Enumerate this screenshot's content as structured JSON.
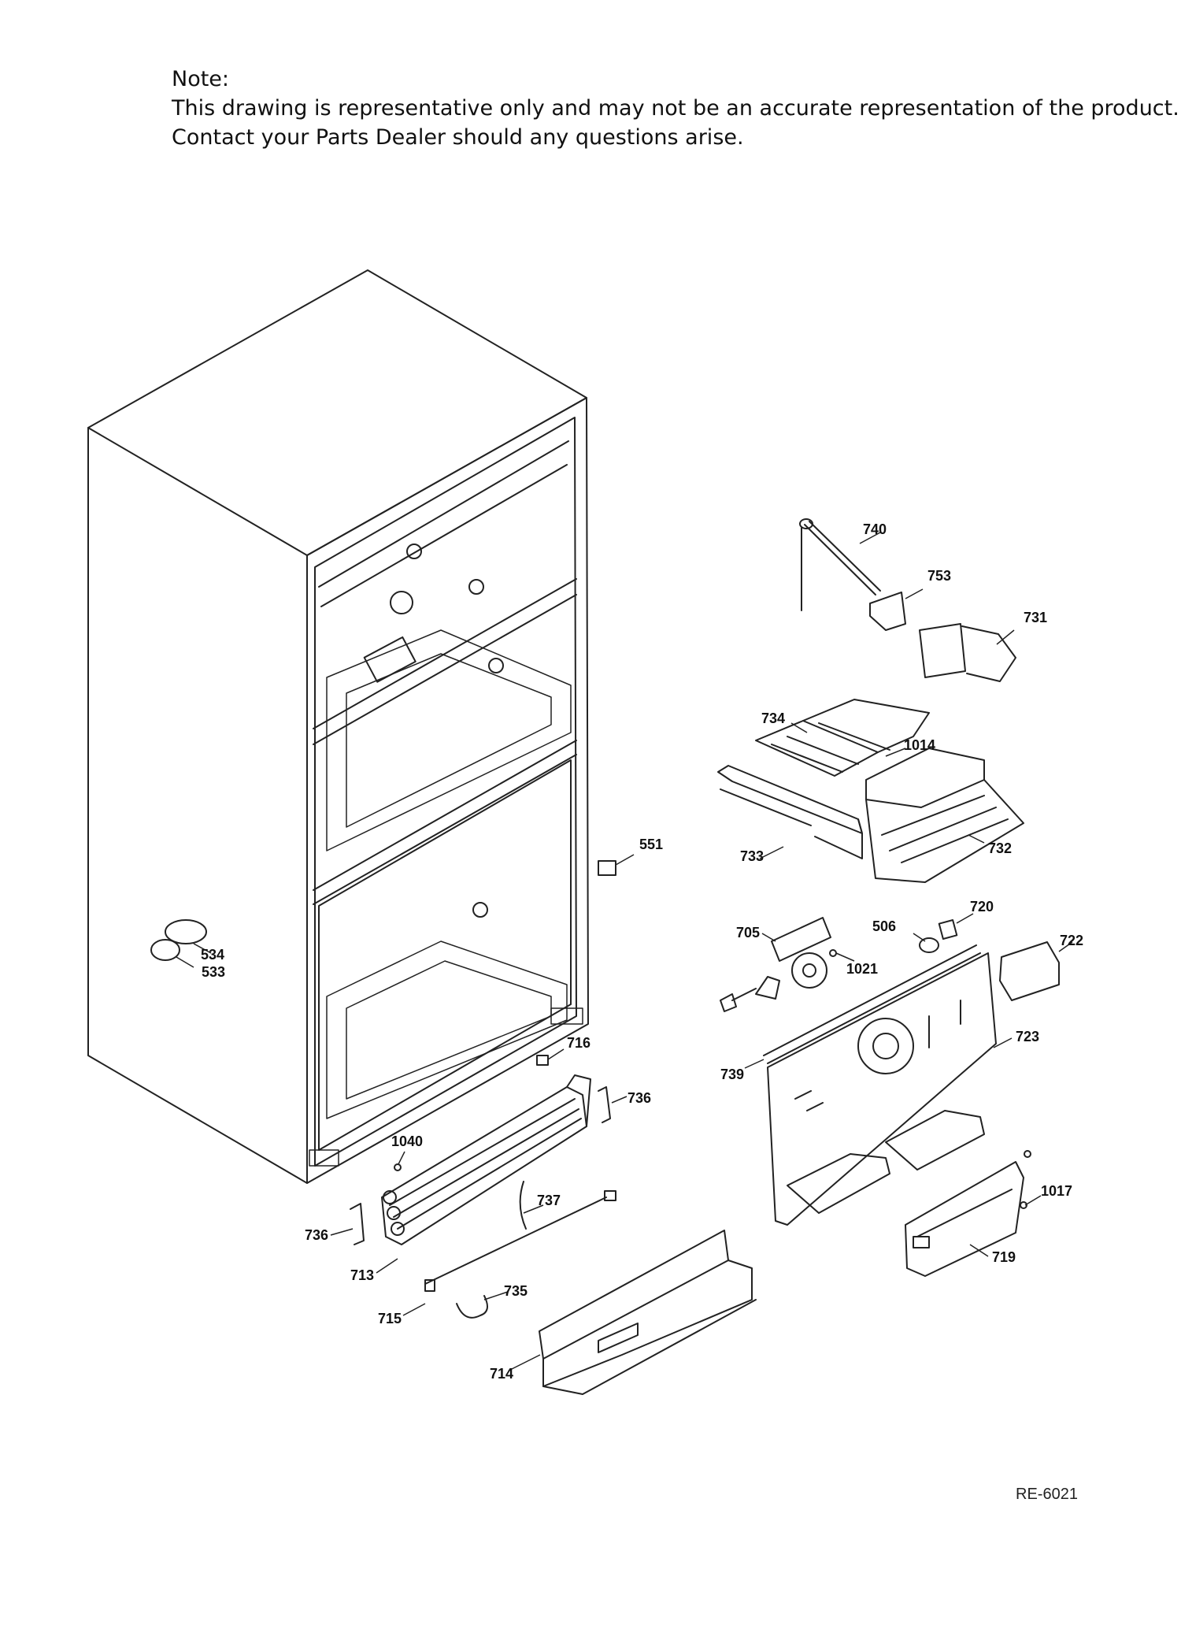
{
  "note": {
    "heading": "Note:",
    "line1": "This drawing is representative only and may not be an accurate representation of the product.",
    "line2": "Contact your Parts Dealer should any questions arise."
  },
  "drawing_ref": "RE-6021",
  "part_labels": [
    "740",
    "753",
    "731",
    "734",
    "1014",
    "733",
    "732",
    "551",
    "720",
    "506",
    "705",
    "1021",
    "722",
    "534",
    "533",
    "723",
    "716",
    "739",
    "736",
    "1040",
    "737",
    "736",
    "1017",
    "719",
    "713",
    "735",
    "715",
    "714"
  ]
}
